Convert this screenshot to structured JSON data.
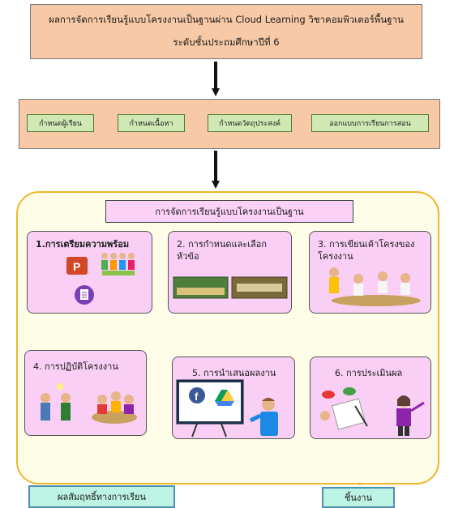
{
  "title_line1": "ผลการจัดการเรียนรู้แบบโครงงานเป็นฐานผ่าน Cloud Learning วิชาคอมพิวเตอร์พื้นฐาน",
  "title_line2": "ระดับชั้นประถมศึกษาปีที่ 6",
  "planning": [
    "กำหนดผู้เรียน",
    "กำหนดเนื้อหา",
    "กำหนดวัตถุประสงค์",
    "ออกแบบการเรียนการสอน"
  ],
  "process_title": "การจัดการเรียนรู้แบบโครงงานเป็นฐาน",
  "stages": [
    {
      "label": "1.การเตรียมความพร้อม"
    },
    {
      "label": "2. การกำหนดและเลือกหัวข้อ"
    },
    {
      "label": "3. การเขียนเค้าโครงของโครงงาน"
    },
    {
      "label": "4. การปฏิบัติโครงงาน"
    },
    {
      "label": "5. การนำเสนอผลงาน"
    },
    {
      "label": "6. การประเมินผล"
    }
  ],
  "outcomes": [
    "ผลสัมฤทธิ์ทางการเรียน",
    "ชิ้นงาน"
  ],
  "colors": {
    "peach": "#f7c9a6",
    "green": "#cfe8b4",
    "pink": "#f9cff5",
    "frame": "#f0b52e",
    "teal": "#bdf3e3"
  }
}
